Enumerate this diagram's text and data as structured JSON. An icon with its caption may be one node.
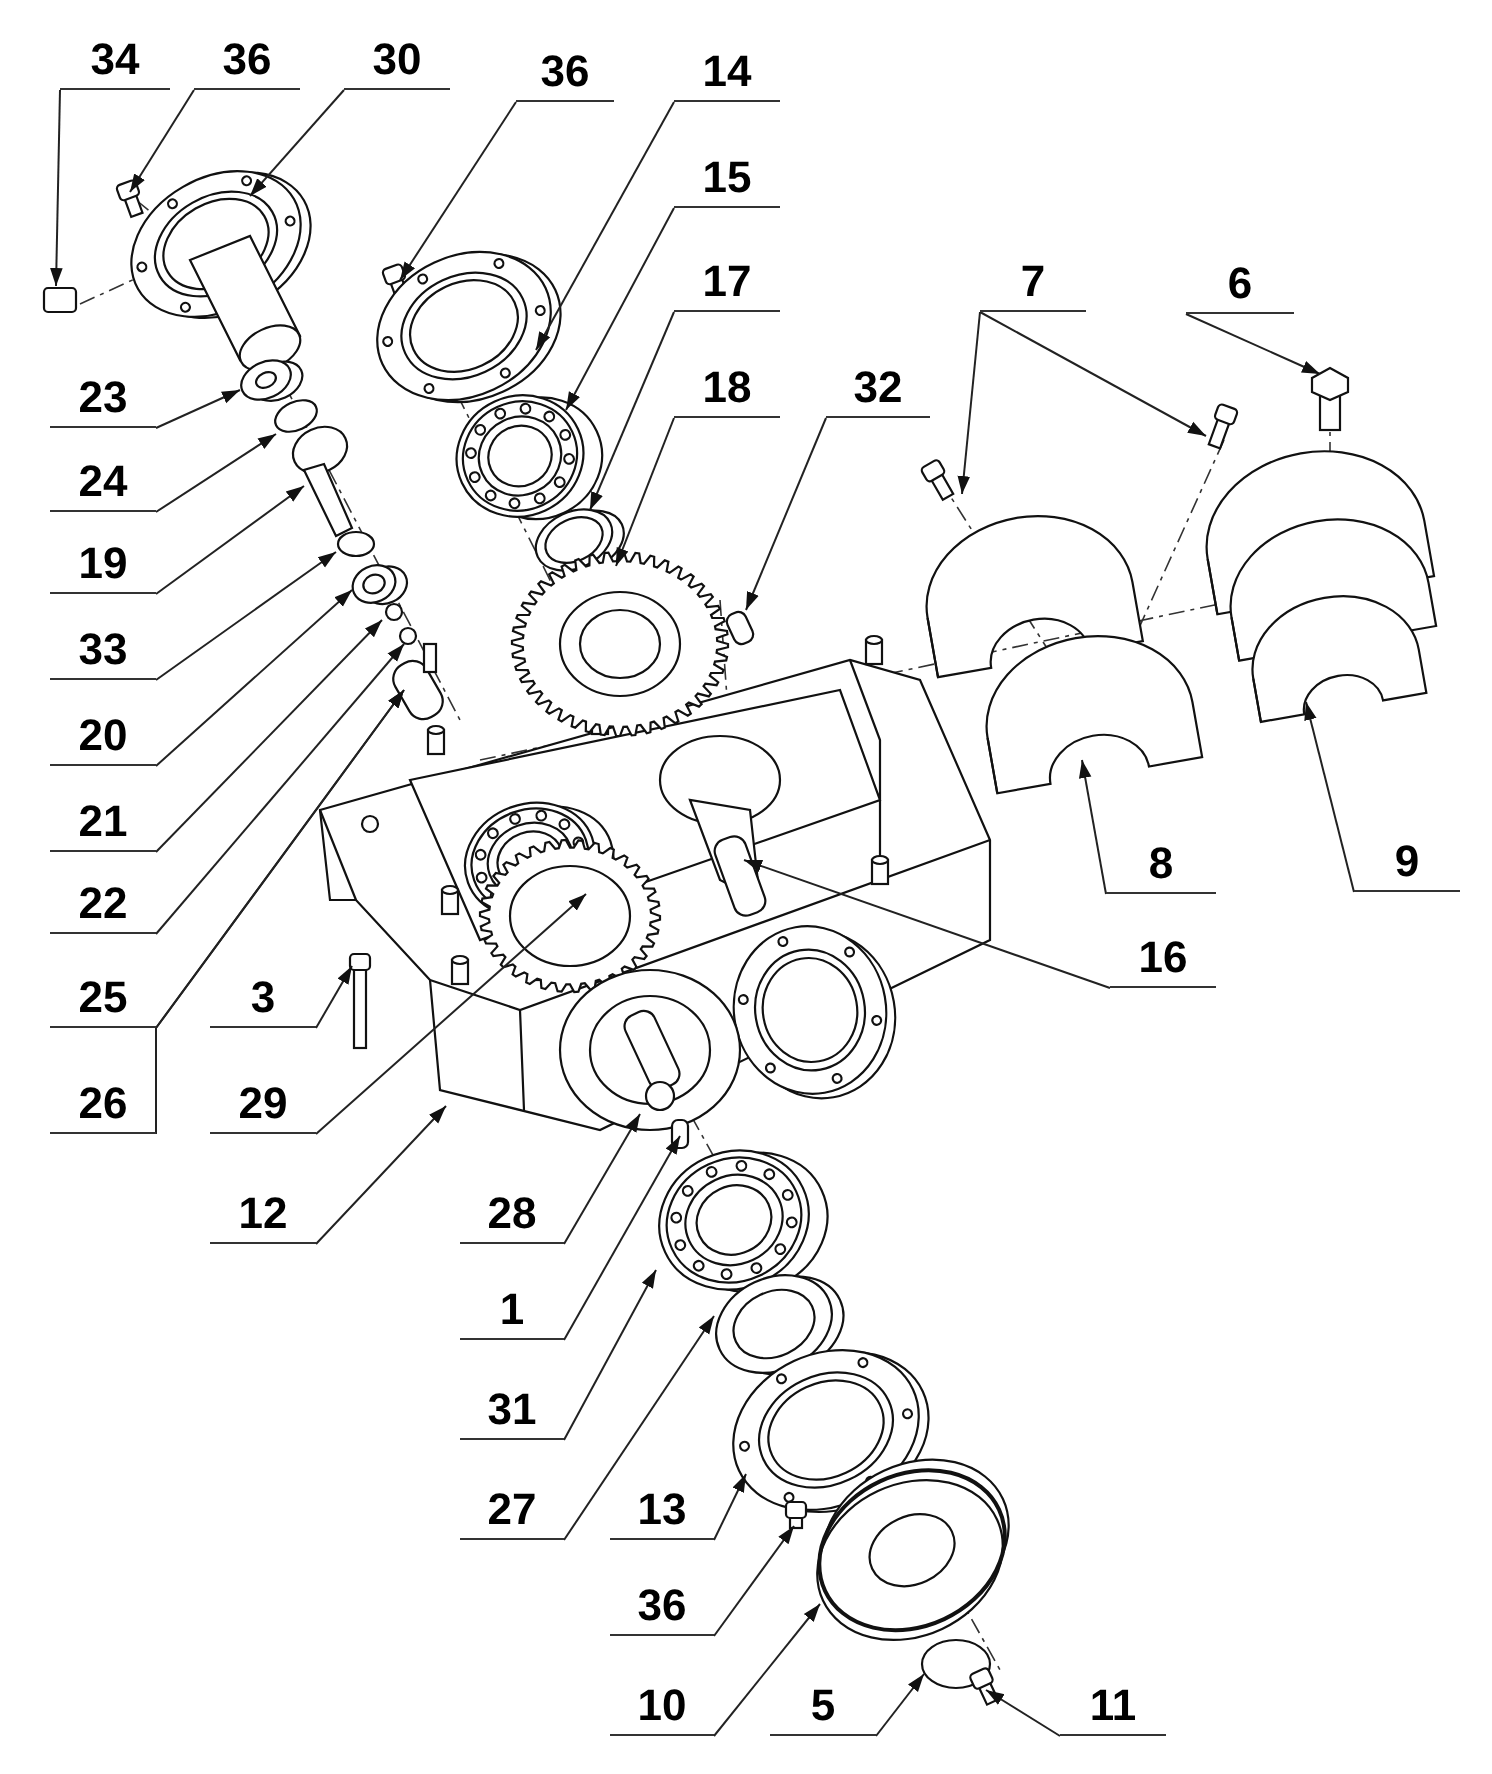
{
  "diagram": {
    "nodes": [
      {
        "text": [
          "34"
        ]
      },
      {
        "text": [
          "36"
        ]
      },
      {
        "text": [
          "30"
        ]
      },
      {
        "text": [
          "36"
        ]
      },
      {
        "text": [
          "14"
        ]
      },
      {
        "text": [
          "15"
        ]
      },
      {
        "text": [
          "7"
        ]
      },
      {
        "text": [
          "6"
        ]
      },
      {
        "text": [
          "17"
        ]
      },
      {
        "text": [
          "18"
        ]
      },
      {
        "text": [
          "32"
        ]
      },
      {
        "text": [
          "23"
        ]
      },
      {
        "text": [
          "24"
        ]
      },
      {
        "text": [
          "19"
        ]
      },
      {
        "text": [
          "33"
        ]
      },
      {
        "text": [
          "20"
        ]
      },
      {
        "text": [
          "21"
        ]
      },
      {
        "text": [
          "22"
        ]
      },
      {
        "text": [
          "8"
        ]
      },
      {
        "text": [
          "9"
        ]
      },
      {
        "text": [
          "16"
        ]
      },
      {
        "text": [
          "25"
        ]
      },
      {
        "text": [
          "3"
        ]
      },
      {
        "text": [
          "26"
        ]
      },
      {
        "text": [
          "29"
        ]
      },
      {
        "text": [
          "12"
        ]
      },
      {
        "text": [
          "28"
        ]
      },
      {
        "text": [
          "1"
        ]
      },
      {
        "text": [
          "31"
        ]
      },
      {
        "text": [
          "27"
        ]
      },
      {
        "text": [
          "13"
        ]
      },
      {
        "text": [
          "36"
        ]
      },
      {
        "text": [
          "10"
        ]
      },
      {
        "text": [
          "5"
        ]
      },
      {
        "text": [
          "11"
        ]
      }
    ],
    "edges": [
      {
        "from": 0,
        "to": null,
        "arrow": "to"
      },
      {
        "from": 1,
        "to": null,
        "arrow": "to"
      },
      {
        "from": 2,
        "to": null,
        "arrow": "to"
      },
      {
        "from": 3,
        "to": null,
        "arrow": "to"
      },
      {
        "from": 4,
        "to": null,
        "arrow": "to"
      },
      {
        "from": 5,
        "to": null,
        "arrow": "to"
      },
      {
        "from": 6,
        "to": null,
        "arrow": "to"
      },
      {
        "from": 6,
        "to": null,
        "arrow": "to"
      },
      {
        "from": 7,
        "to": null,
        "arrow": "to"
      },
      {
        "from": 8,
        "to": null,
        "arrow": "to"
      },
      {
        "from": 9,
        "to": null,
        "arrow": "to"
      },
      {
        "from": 10,
        "to": null,
        "arrow": "to"
      },
      {
        "from": 11,
        "to": null,
        "arrow": "to"
      },
      {
        "from": 12,
        "to": null,
        "arrow": "to"
      },
      {
        "from": 13,
        "to": null,
        "arrow": "to"
      },
      {
        "from": 14,
        "to": null,
        "arrow": "to"
      },
      {
        "from": 15,
        "to": null,
        "arrow": "to"
      },
      {
        "from": 16,
        "to": null,
        "arrow": "to"
      },
      {
        "from": 17,
        "to": null,
        "arrow": "to"
      },
      {
        "from": 18,
        "to": null,
        "arrow": "to"
      },
      {
        "from": 19,
        "to": null,
        "arrow": "to"
      },
      {
        "from": 20,
        "to": null,
        "arrow": "to"
      },
      {
        "from": 21,
        "to": null,
        "arrow": "to"
      },
      {
        "from": 22,
        "to": null,
        "arrow": "to"
      },
      {
        "from": 23,
        "to": null,
        "arrow": "to"
      },
      {
        "from": 24,
        "to": null,
        "arrow": "to"
      },
      {
        "from": 25,
        "to": null,
        "arrow": "to"
      },
      {
        "from": 26,
        "to": null,
        "arrow": "to"
      },
      {
        "from": 27,
        "to": null,
        "arrow": "to"
      },
      {
        "from": 28,
        "to": null,
        "arrow": "to"
      },
      {
        "from": 29,
        "to": null,
        "arrow": "to"
      },
      {
        "from": 30,
        "to": null,
        "arrow": "to"
      },
      {
        "from": 31,
        "to": null,
        "arrow": "to"
      },
      {
        "from": 32,
        "to": null,
        "arrow": "to"
      },
      {
        "from": 33,
        "to": null,
        "arrow": "to"
      },
      {
        "from": 34,
        "to": null,
        "arrow": "to"
      }
    ]
  }
}
